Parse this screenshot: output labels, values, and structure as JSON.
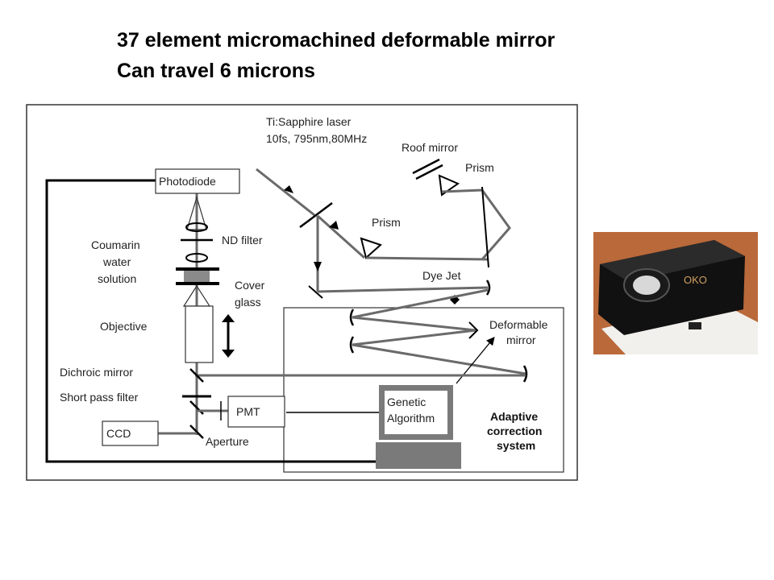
{
  "title": {
    "line1": "37 element micromachined deformable mirror",
    "line2": "Can travel 6 microns"
  },
  "diagram": {
    "labels": {
      "laser_line1": "Ti:Sapphire laser",
      "laser_line2": "10fs, 795nm,80MHz",
      "roof_mirror": "Roof mirror",
      "prism_top": "Prism",
      "prism_mid": "Prism",
      "photodiode": "Photodiode",
      "nd_filter": "ND filter",
      "coumarin_1": "Coumarin",
      "coumarin_2": "water",
      "coumarin_3": "solution",
      "cover_1": "Cover",
      "cover_2": "glass",
      "objective": "Objective",
      "dye_jet": "Dye Jet",
      "deformable_1": "Deformable",
      "deformable_2": "mirror",
      "dichroic": "Dichroic mirror",
      "short_pass": "Short pass filter",
      "pmt": "PMT",
      "ccd": "CCD",
      "aperture": "Aperture",
      "genetic_1": "Genetic",
      "genetic_2": "Algorithm",
      "adaptive_1": "Adaptive",
      "adaptive_2": "correction",
      "adaptive_3": "system"
    }
  },
  "photo": {
    "logo_text": "OKO"
  },
  "colors": {
    "beam": "#6a6a6a",
    "computer": "#7a7a7a",
    "cover_glass": "#8a8a8a",
    "photo_bg": "#b9693a"
  }
}
